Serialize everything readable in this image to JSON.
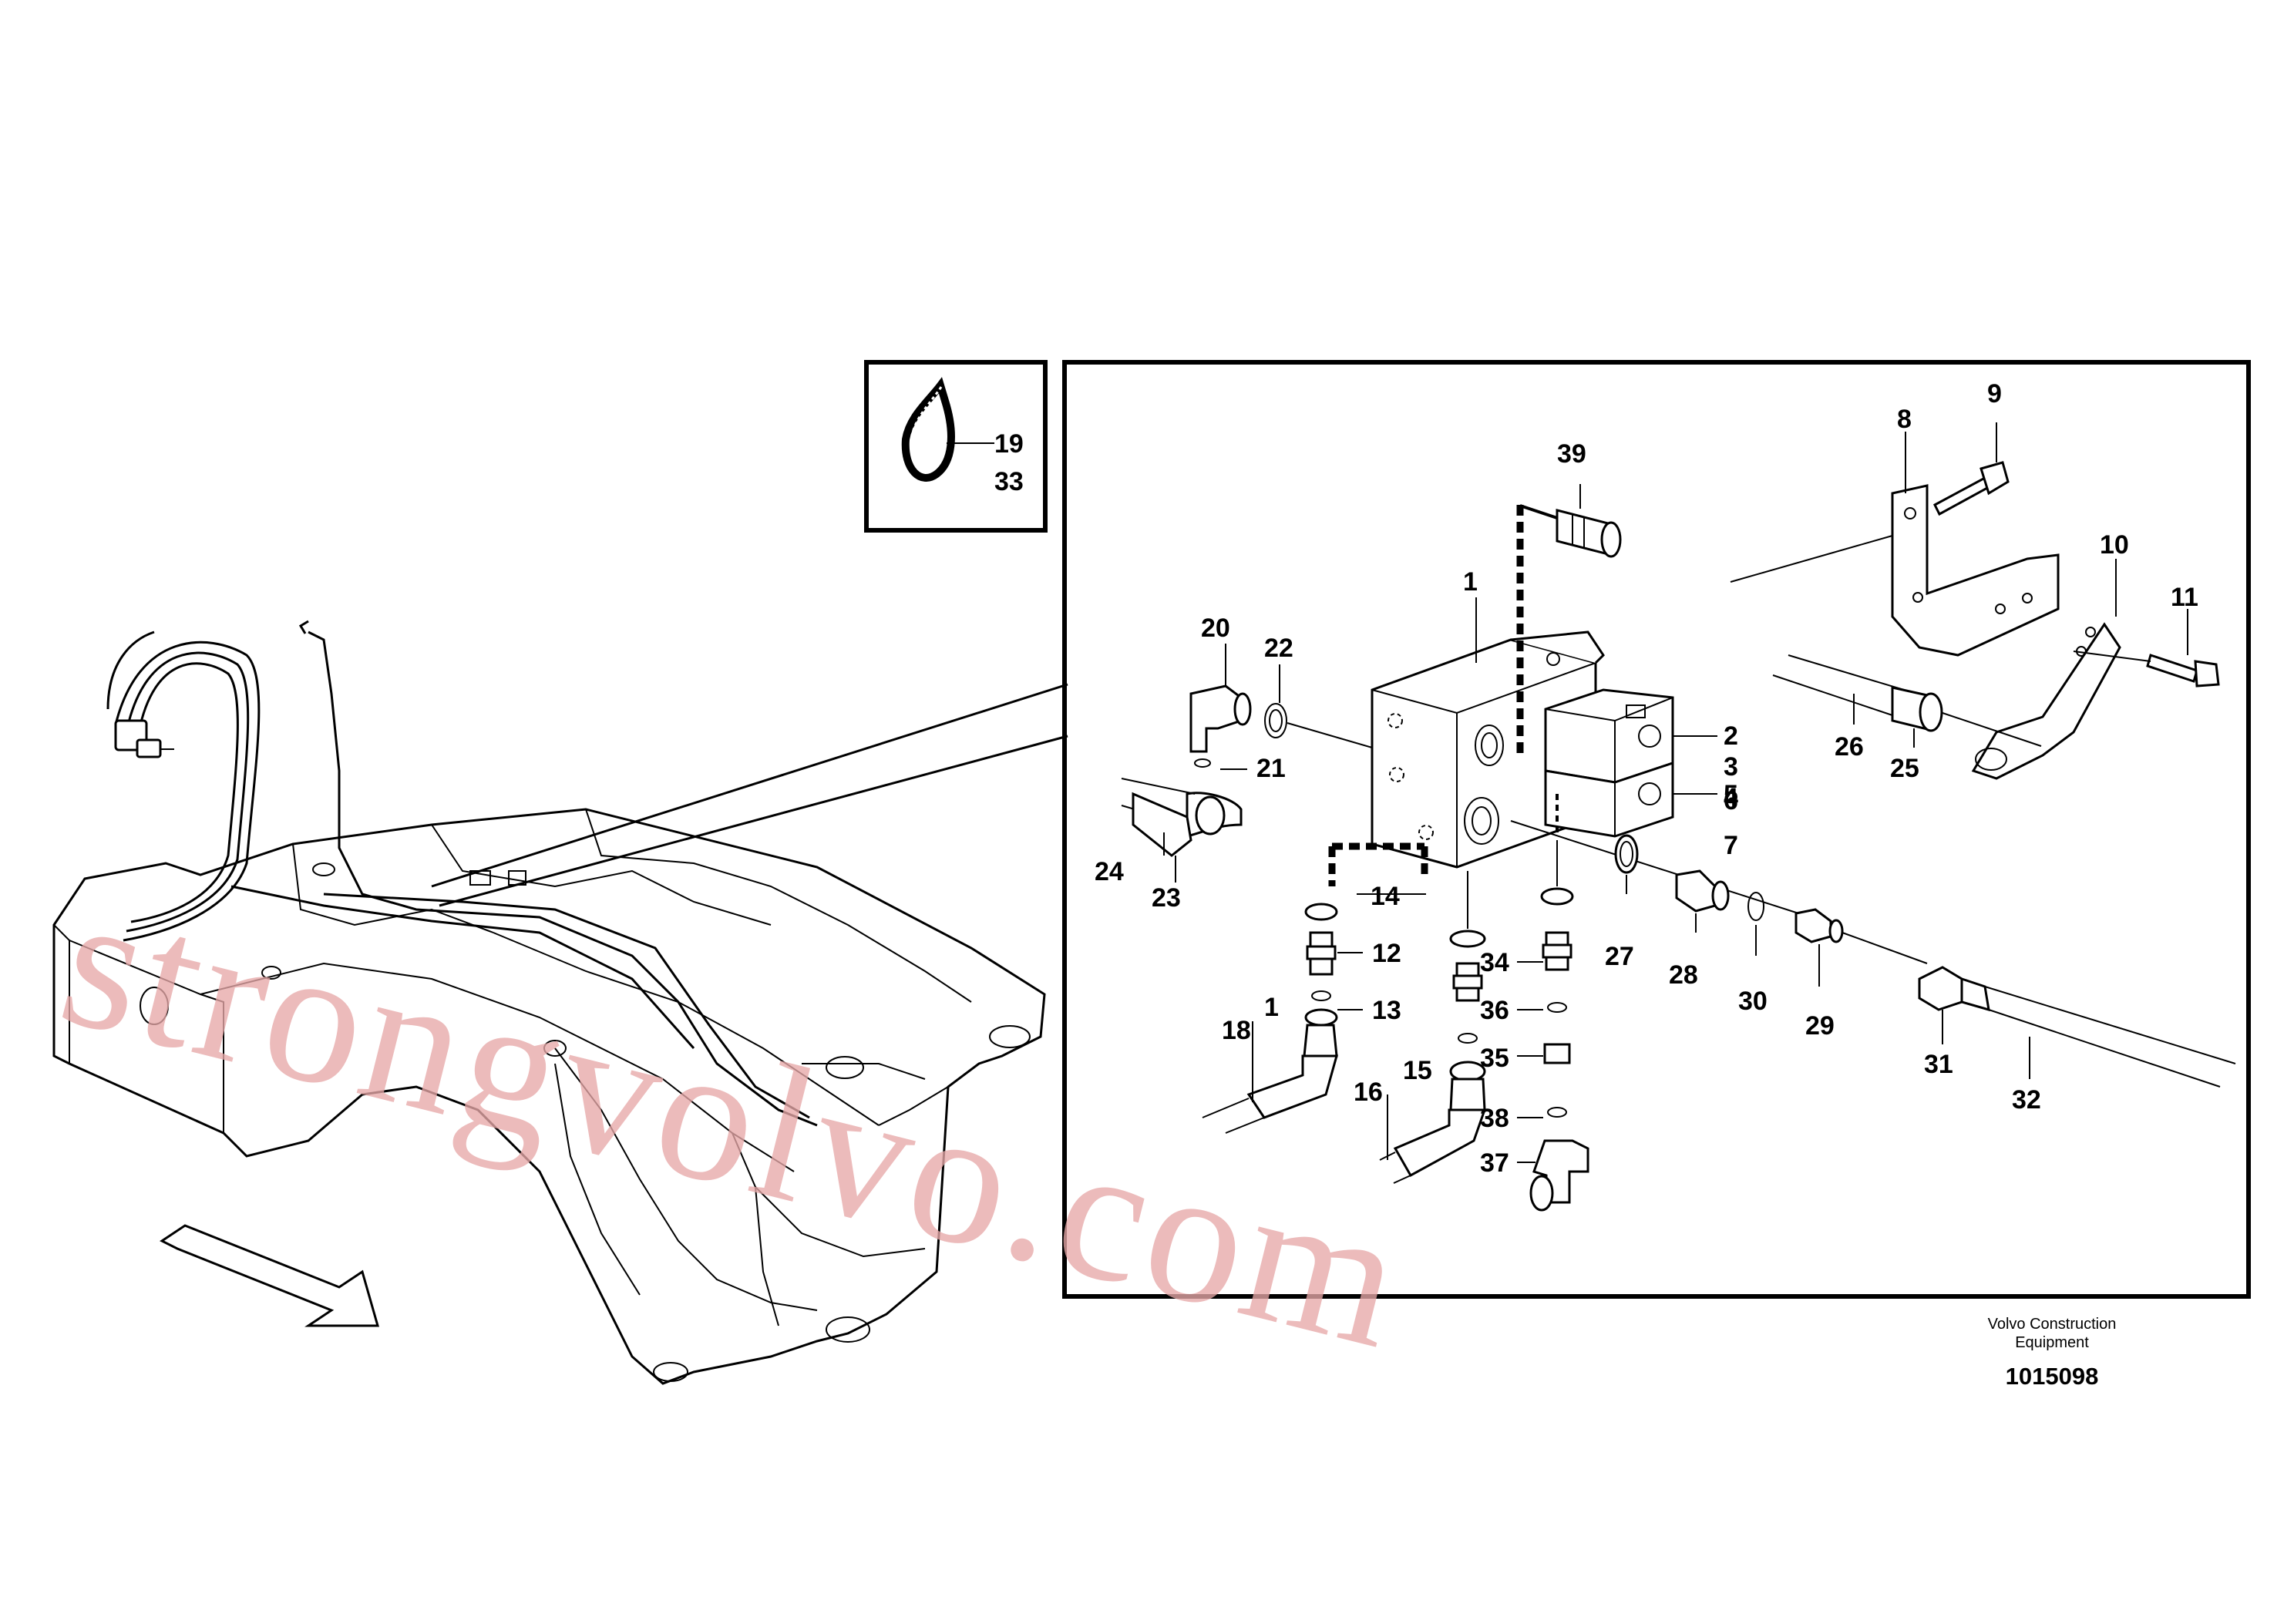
{
  "watermark": "strongvolvo.com",
  "credit": {
    "line1": "Volvo Construction",
    "line2": "Equipment",
    "doc_number": "1015098"
  },
  "inset_labels": [
    "19",
    "33"
  ],
  "callouts": {
    "c1": "1",
    "c2": "2",
    "c3": "3",
    "c4": "4",
    "c5": "5",
    "c6": "6",
    "c7": "7",
    "c8": "8",
    "c9": "9",
    "c10": "10",
    "c11": "11",
    "c12": "12",
    "c13": "13",
    "c14": "14",
    "c15": "15",
    "c16": "16",
    "c17": "1",
    "c18": "18",
    "c20": "20",
    "c21": "21",
    "c22": "22",
    "c23": "23",
    "c24": "24",
    "c25": "25",
    "c26": "26",
    "c27": "27",
    "c28": "28",
    "c29": "29",
    "c30": "30",
    "c31": "31",
    "c32": "32",
    "c34": "34",
    "c35": "35",
    "c36": "36",
    "c37": "37",
    "c38": "38",
    "c39": "39"
  }
}
